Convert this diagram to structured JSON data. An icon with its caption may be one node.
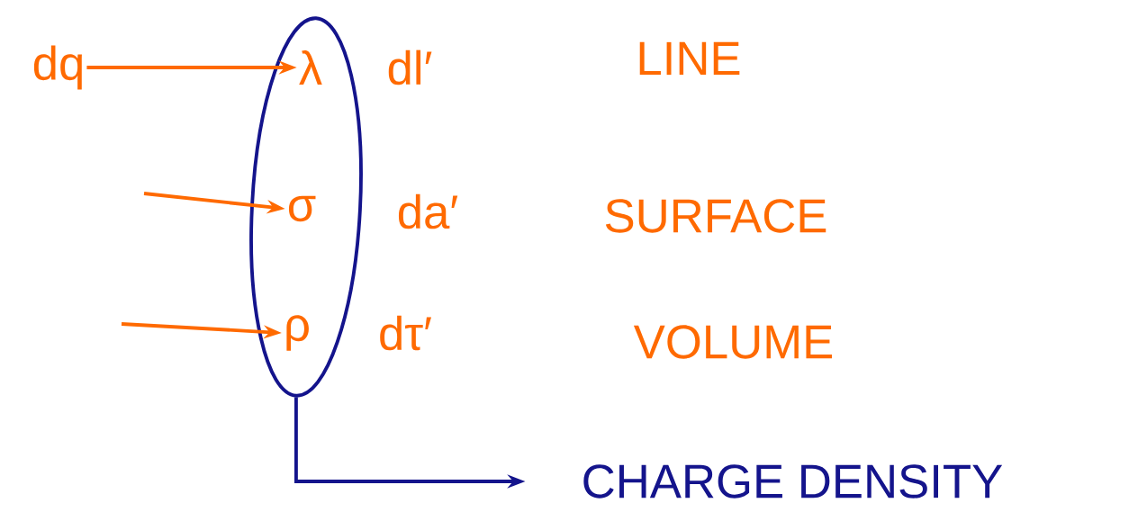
{
  "diagram": {
    "nodes": [
      {
        "text": [],
        "shape": "oval"
      },
      {
        "text": [
          "dq"
        ]
      },
      {
        "text": [
          "λ"
        ],
        "in": 0,
        "beside": [
          "dl′"
        ]
      },
      {
        "text": [
          "σ"
        ],
        "in": 0,
        "beside": [
          "da′"
        ]
      },
      {
        "text": [
          "ρ"
        ],
        "in": 0,
        "beside": [
          "dτ′"
        ]
      },
      {
        "text": [
          "CHARGE DENSITY"
        ]
      }
    ],
    "edges": [
      {
        "from": 1,
        "to": 2,
        "arrow": "to"
      },
      {
        "from": null,
        "to": 3,
        "arrow": "to"
      },
      {
        "from": null,
        "to": 4,
        "arrow": "to"
      },
      {
        "from": 0,
        "to": 5,
        "arrow": "to",
        "color": "#14148c"
      }
    ],
    "labels": [
      "LINE",
      "SURFACE",
      "VOLUME"
    ]
  }
}
